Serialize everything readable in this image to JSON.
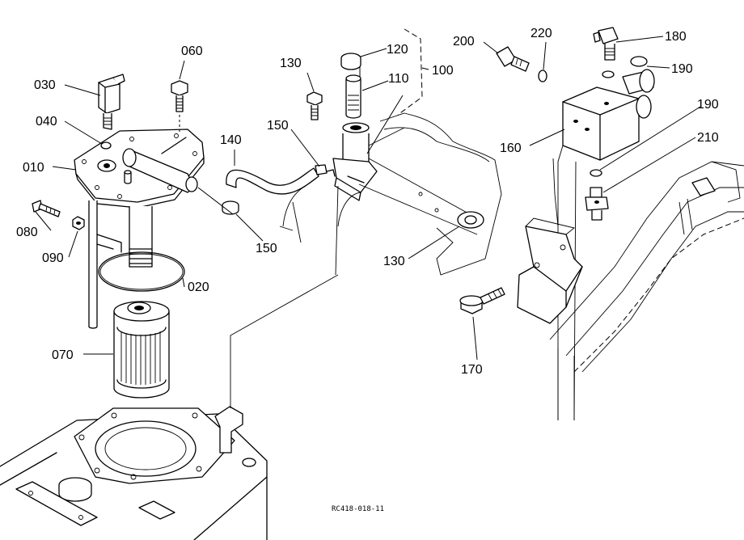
{
  "drawing_code": "RC418-018-11",
  "callouts": {
    "p010": "010",
    "p020": "020",
    "p030": "030",
    "p040": "040",
    "p060": "060",
    "p070": "070",
    "p080": "080",
    "p090": "090",
    "p100": "100",
    "p110": "110",
    "p120": "120",
    "p130a": "130",
    "p130b": "130",
    "p140": "140",
    "p150a": "150",
    "p150b": "150",
    "p160": "160",
    "p170": "170",
    "p180": "180",
    "p190a": "190",
    "p190b": "190",
    "p200": "200",
    "p210": "210",
    "p220": "220"
  }
}
